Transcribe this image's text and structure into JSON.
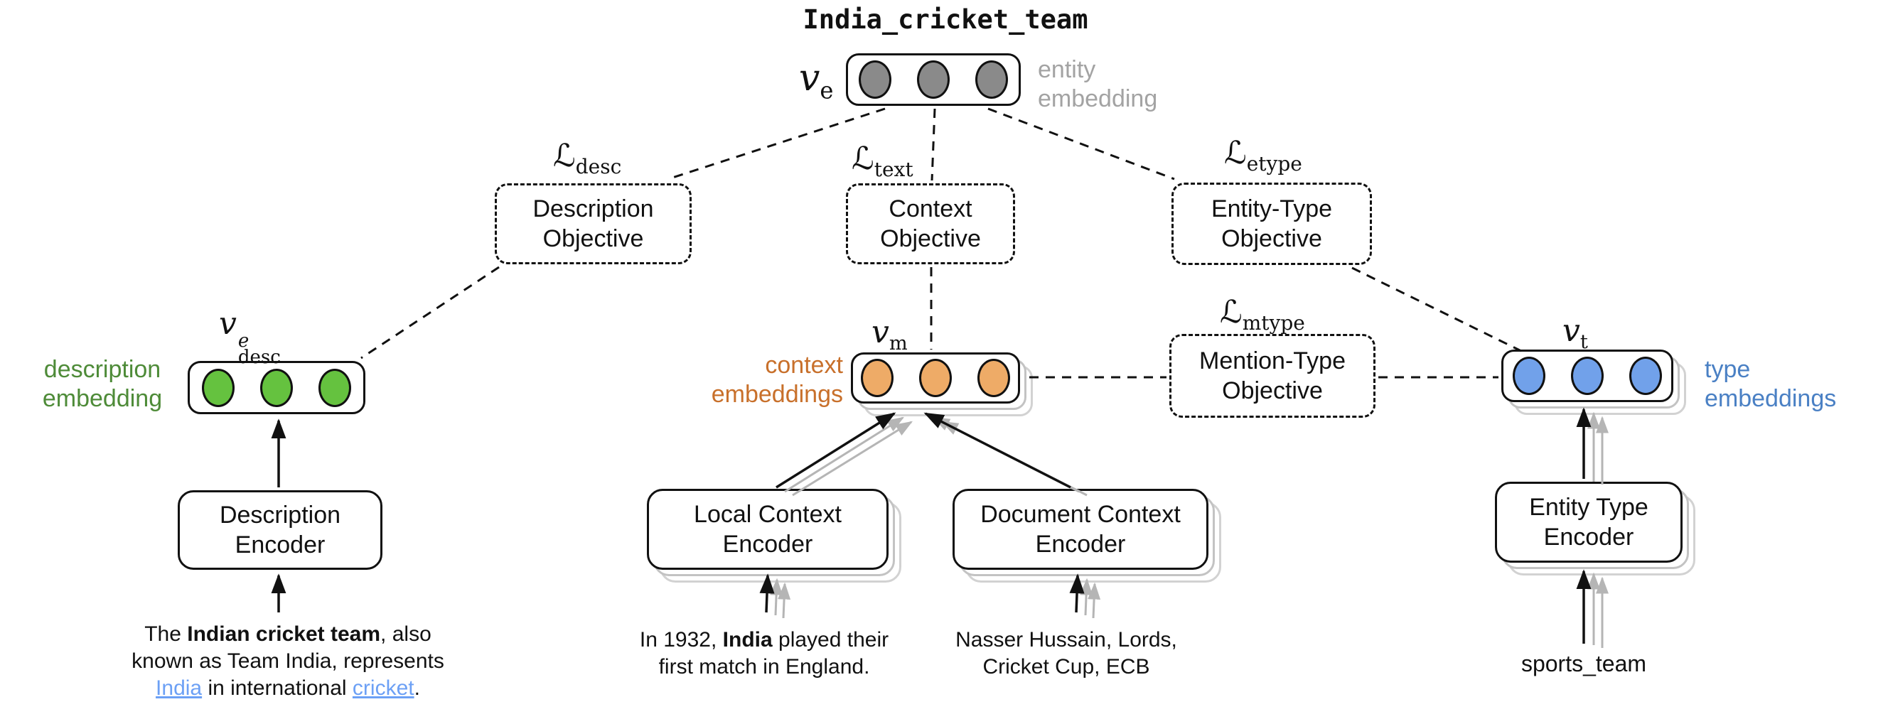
{
  "title": "India_cricket_team",
  "entity_embedding": {
    "var": "v",
    "sub": "e",
    "label1": "entity",
    "label2": "embedding",
    "dot_color": "#8a8a8a",
    "label_color": "#a3a3a3"
  },
  "objectives": {
    "description": {
      "loss": "ℒ",
      "loss_sub": "desc",
      "line1": "Description",
      "line2": "Objective"
    },
    "context": {
      "loss": "ℒ",
      "loss_sub": "text",
      "line1": "Context",
      "line2": "Objective"
    },
    "entity_type": {
      "loss": "ℒ",
      "loss_sub": "etype",
      "line1": "Entity-Type",
      "line2": "Objective"
    },
    "mention_type": {
      "loss": "ℒ",
      "loss_sub": "mtype",
      "line1": "Mention-Type",
      "line2": "Objective"
    }
  },
  "embeddings": {
    "description": {
      "var": "v",
      "sup": "e",
      "sub": "desc",
      "label1": "description",
      "label2": "embedding",
      "dot_color": "#65c23f",
      "label_color": "#4e8b38"
    },
    "context": {
      "var": "v",
      "sub": "m",
      "label1": "context",
      "label2": "embeddings",
      "dot_color": "#eeab67",
      "label_color": "#c8702b"
    },
    "type": {
      "var": "v",
      "sub": "t",
      "label1": "type",
      "label2": "embeddings",
      "dot_color": "#71a1ea",
      "label_color": "#4a80c4"
    }
  },
  "encoders": {
    "description": {
      "line1": "Description",
      "line2": "Encoder"
    },
    "local_context": {
      "line1": "Local Context",
      "line2": "Encoder"
    },
    "document_context": {
      "line1": "Document Context",
      "line2": "Encoder"
    },
    "entity_type": {
      "line1": "Entity Type",
      "line2": "Encoder"
    }
  },
  "inputs": {
    "description_text": {
      "l1a": "The ",
      "l1b": "Indian cricket team",
      "l1c": ", also",
      "l2": "known as Team India, represents",
      "l3a": "India",
      "l3b": " in international ",
      "l3c": "cricket",
      "l3d": "."
    },
    "local_context_text": {
      "l1a": "In 1932, ",
      "l1b": "India",
      "l1c": " played their",
      "l2": "first match in England."
    },
    "document_context_text": {
      "l1": "Nasser Hussain, Lords,",
      "l2": "Cricket Cup, ECB"
    },
    "type_name": "sports_team"
  },
  "colors": {
    "link": "#6ca0f5",
    "arrow_gray": "#b5b5b5",
    "shadow_gray": "#c3c3c3",
    "line_black": "#111111"
  }
}
